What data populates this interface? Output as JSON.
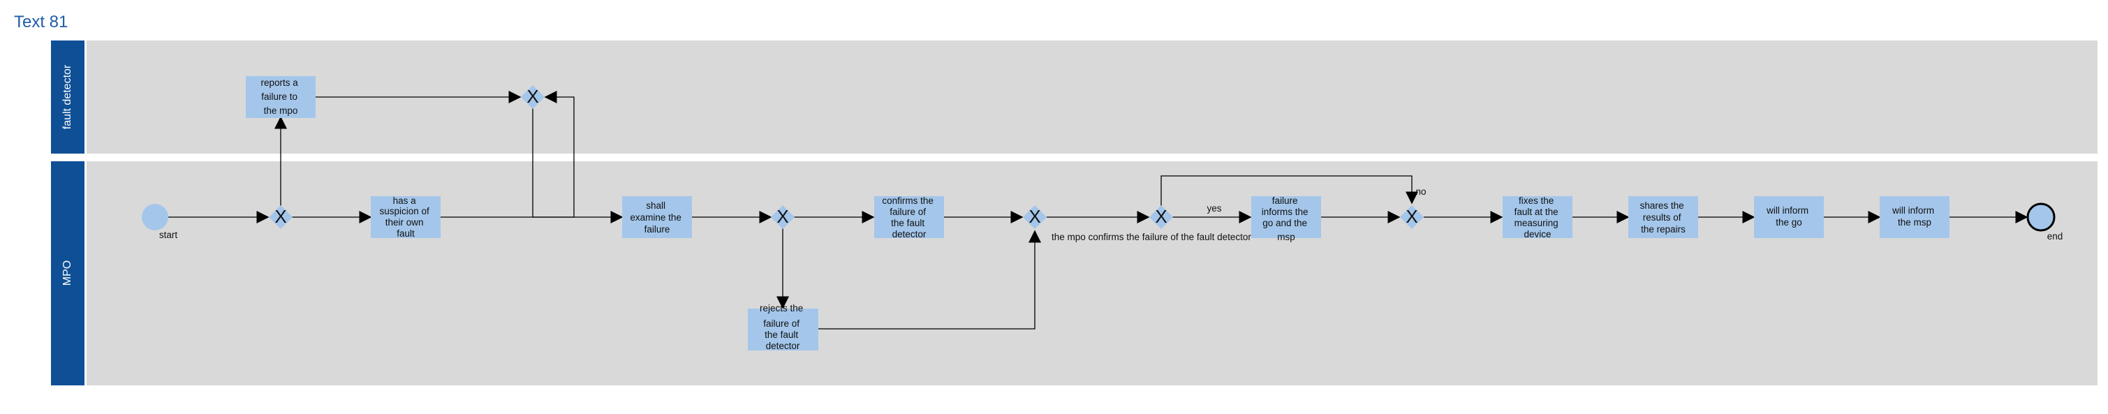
{
  "title": "Text 81",
  "colors": {
    "lane_header": "#0f4f96",
    "lane_body": "#d9d9d9",
    "task_fill": "#a4c6ea",
    "line": "#000000",
    "title": "#1f5ca8"
  },
  "lanes": {
    "fault_detector": "fault detector",
    "mpo": "MPO"
  },
  "events": {
    "start": "start",
    "end": "end"
  },
  "tasks": {
    "reports": [
      "reports a",
      "failure to",
      "the mpo"
    ],
    "suspicion": [
      "has a",
      "suspicion of",
      "their own",
      "fault"
    ],
    "examine": [
      "shall",
      "examine the",
      "failure"
    ],
    "confirms": [
      "confirms the",
      "failure of",
      "the fault",
      "detector"
    ],
    "rejects": [
      "rejects the",
      "failure of",
      "the fault",
      "detector"
    ],
    "informs_go_msp": [
      "failure",
      "informs the",
      "go and the",
      "msp"
    ],
    "fixes": [
      "fixes the",
      "fault at the",
      "measuring",
      "device"
    ],
    "shares": [
      "shares the",
      "results of",
      "the repairs"
    ],
    "inform_go": [
      "will inform",
      "the go"
    ],
    "inform_msp": [
      "will inform",
      "the msp"
    ]
  },
  "gateway_symbol": "X",
  "labels": {
    "yes": "yes",
    "no": "no",
    "mpo_confirms": "the mpo confirms the failure of the fault detector"
  }
}
